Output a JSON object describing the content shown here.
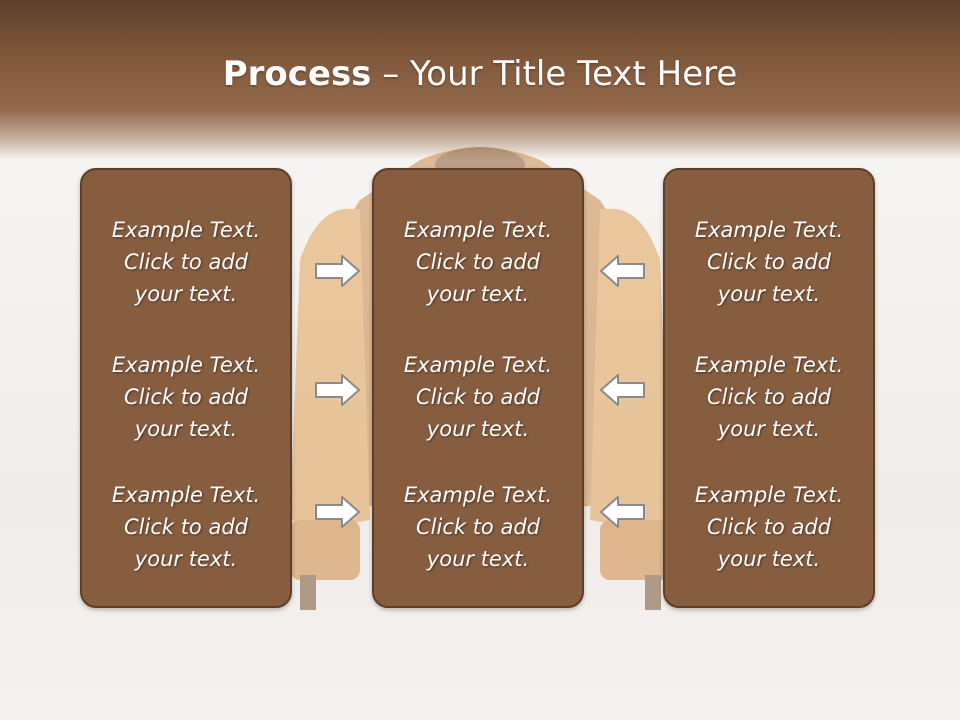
{
  "slide": {
    "title_bold": "Process",
    "title_rest": " – Your Title Text Here"
  },
  "panels": [
    {
      "items": [
        {
          "text": "Example Text.\nClick  to add\nyour text."
        },
        {
          "text": "Example Text.\nClick  to add\nyour text."
        },
        {
          "text": "Example Text.\nClick  to add\nyour text."
        }
      ]
    },
    {
      "items": [
        {
          "text": "Example Text.\nClick  to add\nyour text."
        },
        {
          "text": "Example Text.\nClick  to add\nyour text."
        },
        {
          "text": "Example Text.\nClick  to add\nyour text."
        }
      ]
    },
    {
      "items": [
        {
          "text": "Example Text.\nClick  to add\nyour text."
        },
        {
          "text": "Example Text.\nClick  to add\nyour text."
        },
        {
          "text": "Example Text.\nClick  to add\nyour text."
        }
      ]
    }
  ],
  "arrows": {
    "left_column": "right-arrow-icon",
    "right_column": "left-arrow-icon"
  },
  "colors": {
    "header_dark": "#5c3f2b",
    "header_mid": "#946a4c",
    "panel_fill": "#875d40",
    "panel_border": "#5e3e29",
    "text": "#ffffff"
  }
}
